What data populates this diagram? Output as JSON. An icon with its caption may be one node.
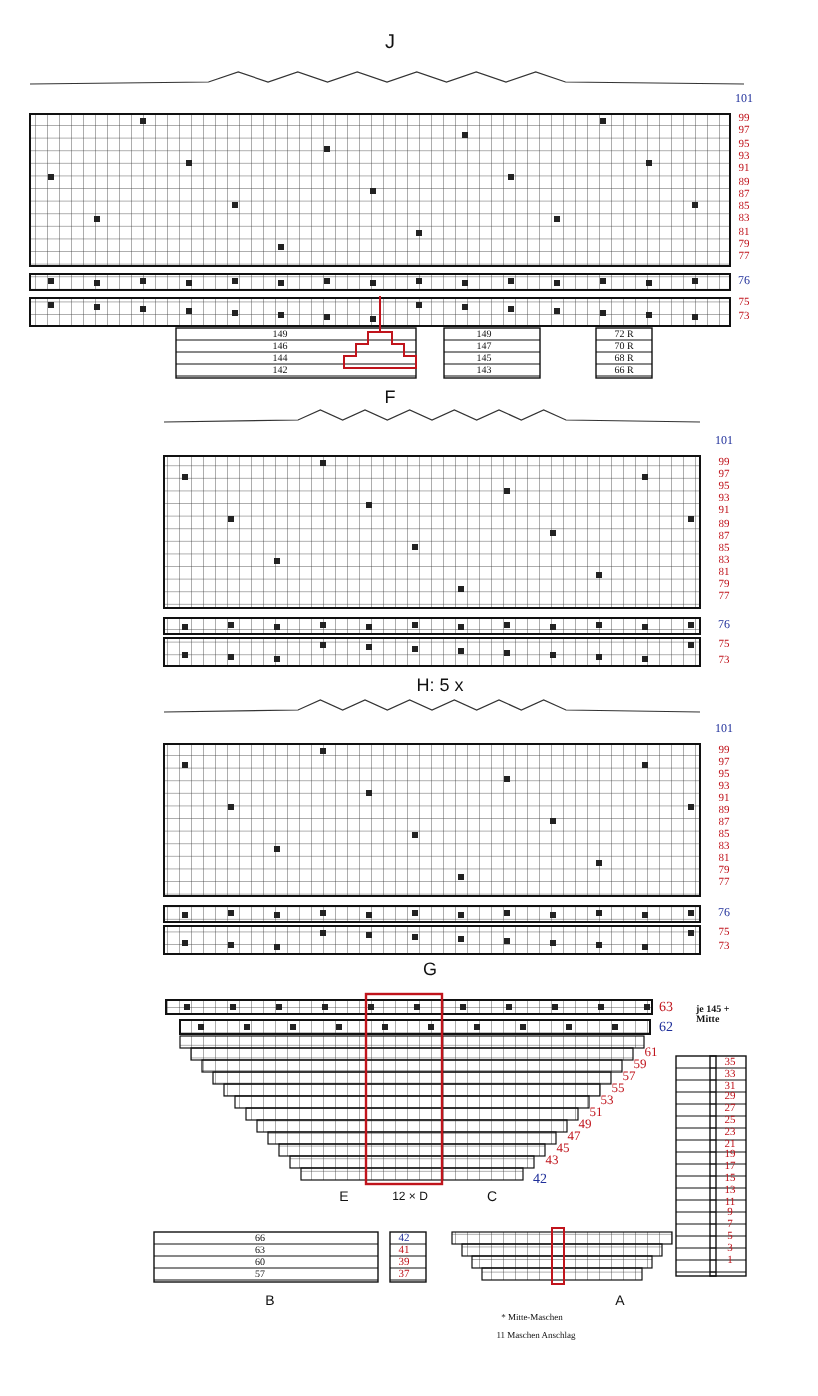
{
  "diagram": {
    "labels": [
      "J",
      "101",
      "99",
      "97",
      "95",
      "93",
      "91",
      "89",
      "87",
      "85",
      "83",
      "81",
      "79",
      "77",
      "76",
      "75",
      "73",
      "149",
      "146",
      "144",
      "142",
      "149",
      "147",
      "145",
      "143",
      "72 R",
      "70 R",
      "68 R",
      "66 R",
      "F",
      "101",
      "99",
      "97",
      "95",
      "93",
      "91",
      "89",
      "87",
      "85",
      "83",
      "81",
      "79",
      "77",
      "76",
      "75",
      "73",
      "H: 5 x",
      "101",
      "99",
      "97",
      "95",
      "93",
      "91",
      "89",
      "87",
      "85",
      "83",
      "81",
      "79",
      "77",
      "76",
      "75",
      "73",
      "G",
      "63",
      "62",
      "je 145 + Mitte",
      "61",
      "59",
      "57",
      "55",
      "53",
      "51",
      "49",
      "47",
      "45",
      "43",
      "42",
      "E",
      "12 × D",
      "C",
      "35",
      "33",
      "31",
      "29",
      "27",
      "25",
      "23",
      "21",
      "19",
      "17",
      "15",
      "13",
      "11",
      "9",
      "7",
      "5",
      "3",
      "1",
      "66",
      "63",
      "60",
      "57",
      "42",
      "41",
      "39",
      "37",
      "B",
      "A",
      "* Mitte-Maschen",
      "11 Maschen Anschlag"
    ]
  }
}
